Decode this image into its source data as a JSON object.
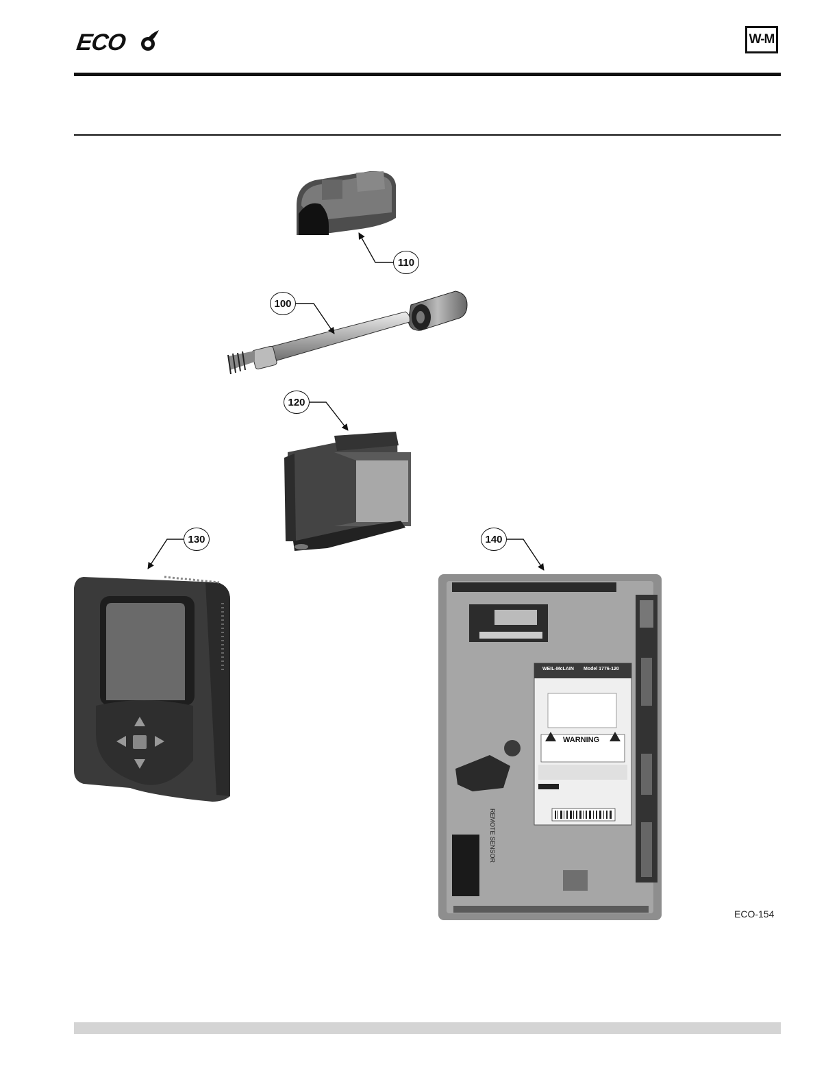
{
  "header": {
    "brand_logo_text": "ECO",
    "maker_logo_text": "W-M"
  },
  "figure": {
    "code": "ECO-154",
    "callouts": {
      "c110": "110",
      "c100": "100",
      "c120": "120",
      "c130": "130",
      "c140": "140"
    },
    "control_label": {
      "brand": "WEIL-McLAIN",
      "model": "Model 1776-120",
      "warning": "WARNING",
      "sensor_text": "REMOTE SENSOR"
    }
  }
}
